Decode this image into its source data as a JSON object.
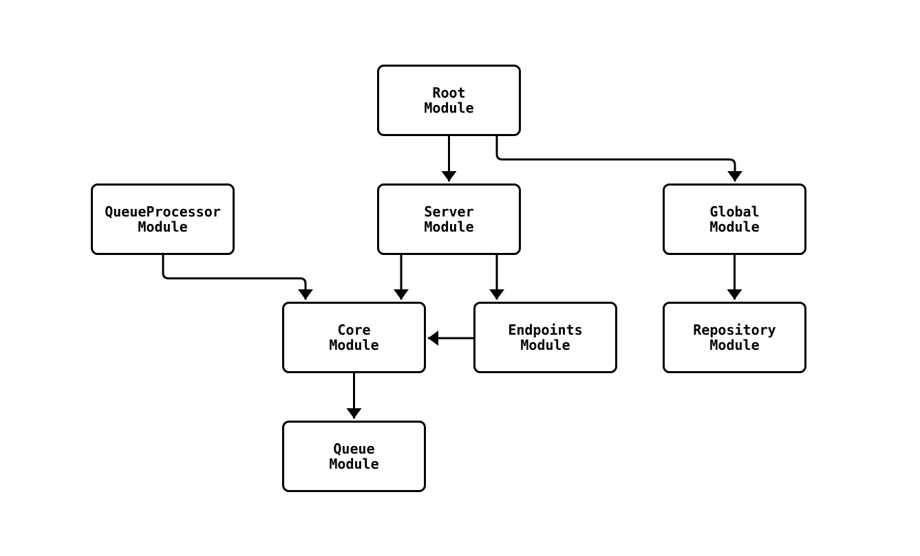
{
  "diagram": {
    "type": "module-dependency-graph",
    "colors": {
      "background": "#ffffff",
      "node_fill": "#ffffff",
      "node_border": "#000000",
      "edge": "#000000",
      "text": "#000000"
    },
    "nodes": {
      "root": {
        "label": "Root\nModule"
      },
      "queue_processor": {
        "label": "QueueProcessor\nModule"
      },
      "server": {
        "label": "Server\nModule"
      },
      "global": {
        "label": "Global\nModule"
      },
      "core": {
        "label": "Core\nModule"
      },
      "endpoints": {
        "label": "Endpoints\nModule"
      },
      "repository": {
        "label": "Repository\nModule"
      },
      "queue": {
        "label": "Queue\nModule"
      }
    },
    "edges": [
      {
        "from": "Root Module",
        "to": "Server Module"
      },
      {
        "from": "Root Module",
        "to": "Global Module"
      },
      {
        "from": "QueueProcessor Module",
        "to": "Core Module"
      },
      {
        "from": "Server Module",
        "to": "Core Module"
      },
      {
        "from": "Server Module",
        "to": "Endpoints Module"
      },
      {
        "from": "Endpoints Module",
        "to": "Core Module"
      },
      {
        "from": "Global Module",
        "to": "Repository Module"
      },
      {
        "from": "Core Module",
        "to": "Queue Module"
      }
    ]
  }
}
